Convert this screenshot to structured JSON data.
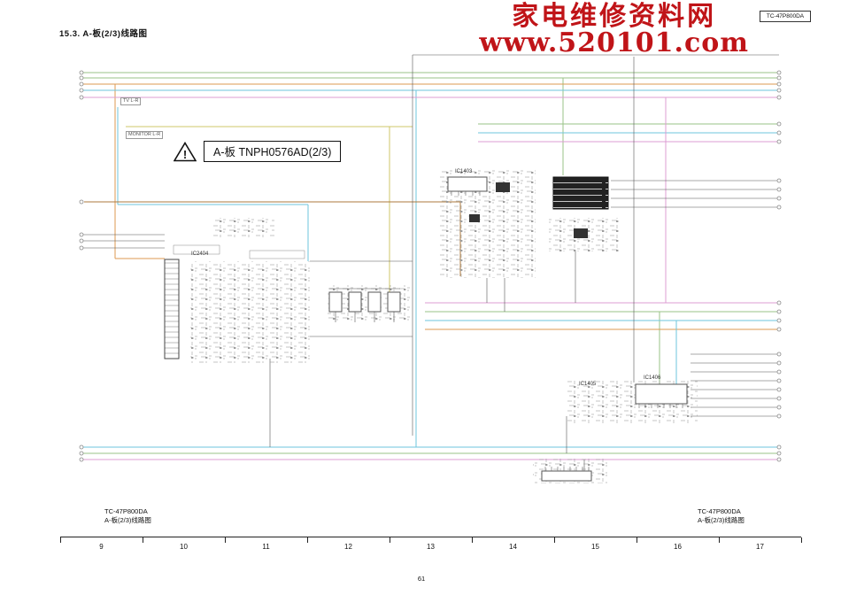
{
  "header": {
    "section_title": "15.3. A-板(2/3)线路图",
    "model_tag": "TC-47P800DA"
  },
  "watermark": {
    "line1": "家电维修资料网",
    "line2": "www.520101.com"
  },
  "board_label": {
    "icon": "warning-triangle-icon",
    "icon_glyph": "!",
    "text": "A-板 TNPH0576AD(2/3)"
  },
  "schematic": {
    "labels": {
      "tv_lr": "TV L-R",
      "monitor_lr": "MONITOR L-R"
    },
    "ic_labels": {
      "ic2404": "IC2404",
      "ic1403": "IC1403",
      "ic1405": "IC1405",
      "ic1406": "IC1406"
    }
  },
  "footer": {
    "left": {
      "model": "TC-47P800DA",
      "title": "A-板(2/3)线路图"
    },
    "right": {
      "model": "TC-47P800DA",
      "title": "A-板(2/3)线路图"
    },
    "page_number": "61",
    "ruler_numbers": [
      "9",
      "10",
      "11",
      "12",
      "13",
      "14",
      "15",
      "16",
      "17"
    ]
  },
  "colors": {
    "watermark": "#c01418",
    "wire_green": "#9ac387",
    "wire_orange": "#dc9a52",
    "wire_cyan": "#6ec6dc",
    "wire_magenta": "#dd9cd3",
    "wire_yellow": "#cfc76a",
    "wire_brown": "#ad7a3d"
  }
}
